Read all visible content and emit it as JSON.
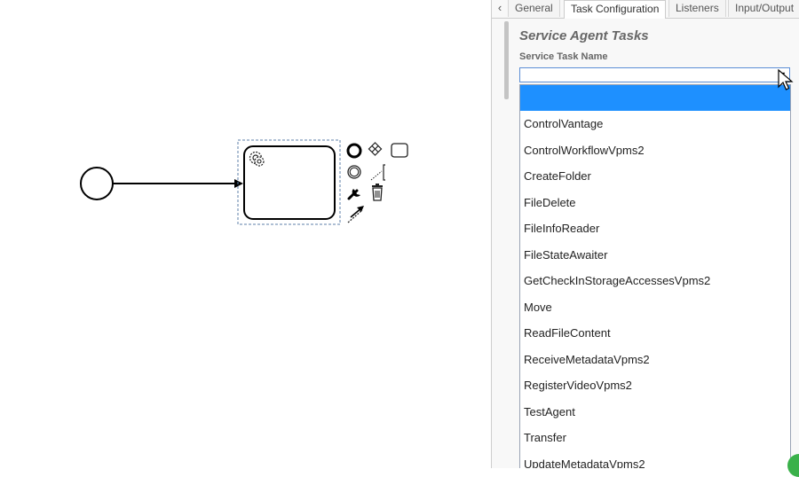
{
  "panel": {
    "tabs": [
      {
        "label": "General"
      },
      {
        "label": "Task Configuration"
      },
      {
        "label": "Listeners"
      },
      {
        "label": "Input/Output"
      }
    ],
    "group_title": "Service Agent Tasks",
    "field_label": "Service Task Name",
    "select_value": "",
    "options": [
      "",
      "ControlVantage",
      "ControlWorkflowVpms2",
      "CreateFolder",
      "FileDelete",
      "FileInfoReader",
      "FileStateAwaiter",
      "GetCheckInStorageAccessesVpms2",
      "Move",
      "ReadFileContent",
      "ReceiveMetadataVpms2",
      "RegisterVideoVpms2",
      "TestAgent",
      "Transfer",
      "UpdateMetadataVpms2"
    ],
    "selected_index": 0
  },
  "icons": {
    "tab_scroll": "chevron-left-icon",
    "task_marker": "gear-icon",
    "context_pad": [
      "end-event-icon",
      "gateway-icon",
      "task-icon",
      "intermediate-event-icon",
      "text-annotation-icon",
      "wrench-icon",
      "trash-icon",
      "connect-icon"
    ]
  },
  "colors": {
    "selection": "#1e90ff",
    "select_border": "#5c8fd6"
  }
}
